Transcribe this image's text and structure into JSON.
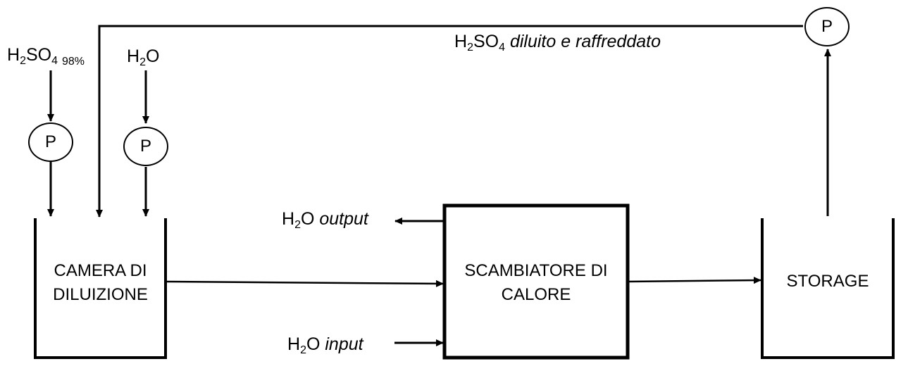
{
  "inputs": {
    "acid": {
      "formula_main": "H",
      "sub1": "2",
      "formula_mid": "SO",
      "sub2": "4",
      "concentration": "98%"
    },
    "water": {
      "formula_main": "H",
      "sub1": "2",
      "formula_end": "O"
    }
  },
  "pumps": {
    "label": "P"
  },
  "units": {
    "dilution_chamber": {
      "line1": "CAMERA DI",
      "line2": "DILUIZIONE"
    },
    "heat_exchanger": {
      "line1": "SCAMBIATORE DI",
      "line2": "CALORE"
    },
    "storage": {
      "line1": "STORAGE"
    }
  },
  "streams": {
    "water_output": {
      "formula_main": "H",
      "sub1": "2",
      "formula_end": "O",
      "suffix": "output"
    },
    "water_input": {
      "formula_main": "H",
      "sub1": "2",
      "formula_end": "O",
      "suffix": "input"
    },
    "recycle": {
      "formula_main": "H",
      "sub1": "2",
      "formula_mid": "SO",
      "sub2": "4",
      "suffix": "diluito e raffreddato"
    }
  }
}
